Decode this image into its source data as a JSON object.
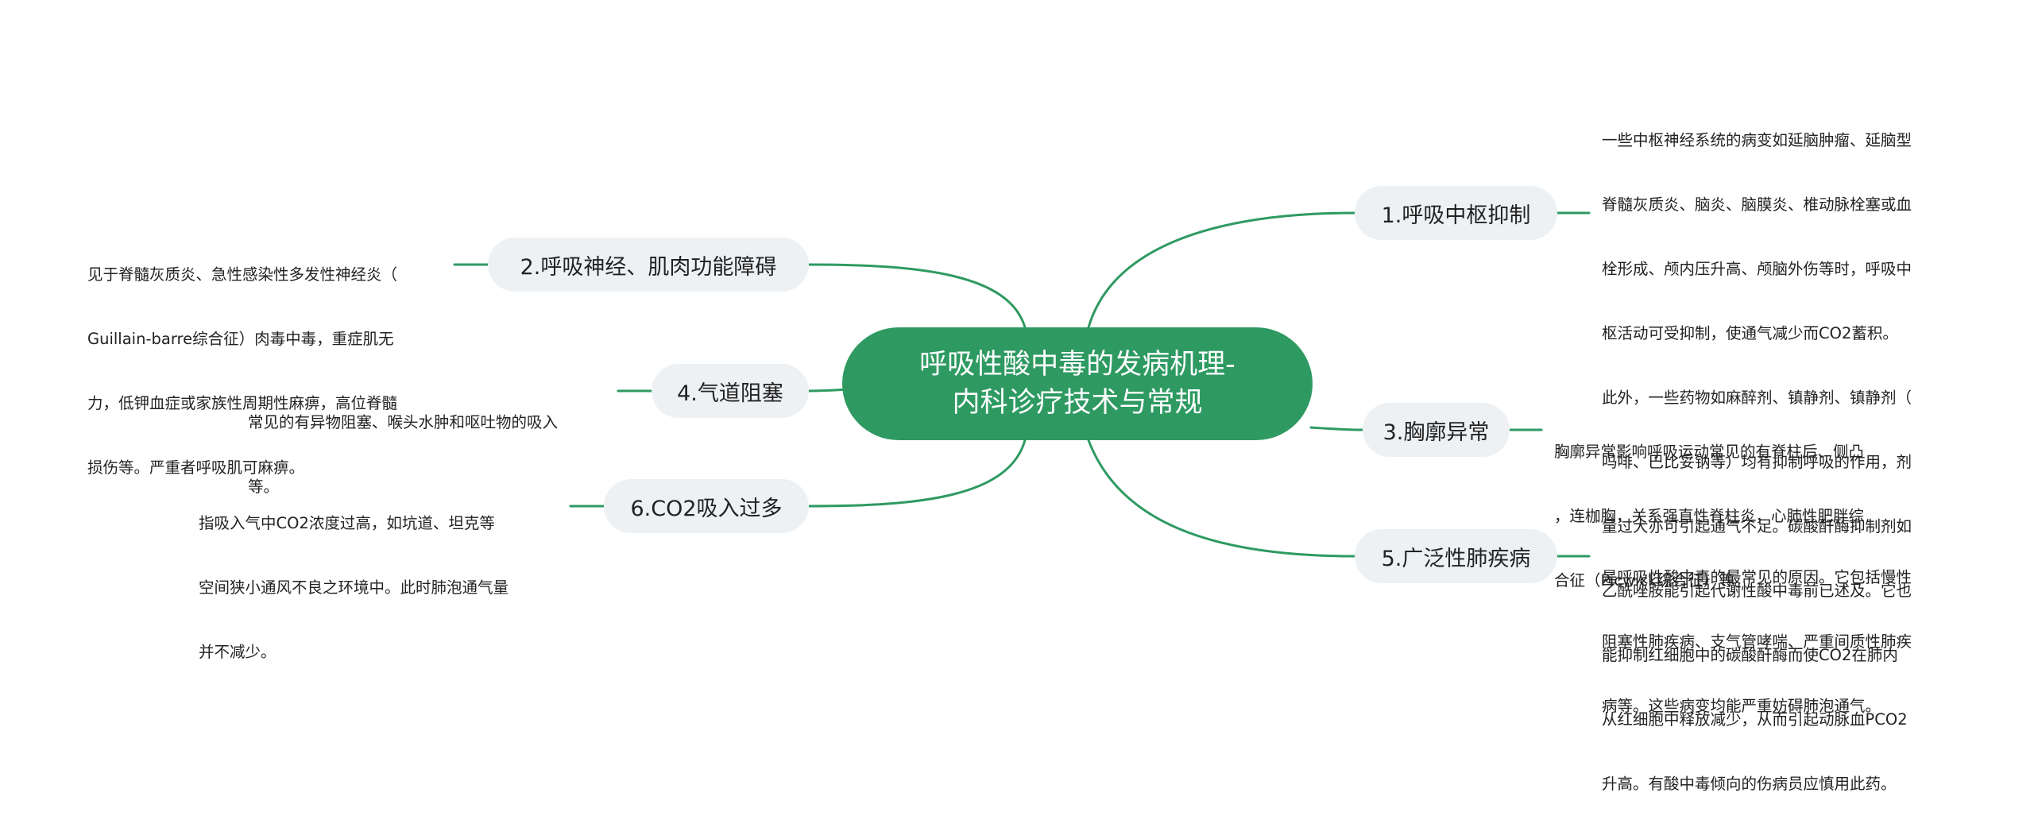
{
  "colors": {
    "accent": "#2e9a62",
    "branch_bg": "#eef1f4",
    "line": "#2e9a62"
  },
  "root": {
    "title_line1": "呼吸性酸中毒的发病机理-",
    "title_line2": "内科诊疗技术与常规"
  },
  "branches": [
    {
      "label": "1.呼吸中枢抑制",
      "detail_lines": [
        "一些中枢神经系统的病变如延脑肿瘤、延脑型",
        "脊髓灰质炎、脑炎、脑膜炎、椎动脉栓塞或血",
        "栓形成、颅内压升高、颅脑外伤等时，呼吸中",
        "枢活动可受抑制，使通气减少而CO2蓄积。",
        "此外，一些药物如麻醉剂、镇静剂、镇静剂（",
        "吗啡、巴比妥钠等）均有抑制呼吸的作用，剂",
        "量过大亦可引起通气不足。碳酸酐酶抑制剂如",
        "乙酰唑胺能引起代谢性酸中毒前已述及。它也",
        "能抑制红细胞中的碳酸酐酶而使CO2在肺内",
        "从红细胞中释放减少，从而引起动脉血PCO2",
        "升高。有酸中毒倾向的伤病员应慎用此药。"
      ]
    },
    {
      "label": "2.呼吸神经、肌肉功能障碍",
      "detail_lines": [
        "见于脊髓灰质炎、急性感染性多发性神经炎（",
        "Guillain-barre综合征）肉毒中毒，重症肌无",
        "力，低钾血症或家族性周期性麻痹，高位脊髓",
        "损伤等。严重者呼吸肌可麻痹。"
      ]
    },
    {
      "label": "3.胸廓异常",
      "detail_lines": [
        "胸廓异常影响呼吸运动常见的有脊柱后、侧凸",
        "，连枷胸，关系强直性脊柱炎，心肺性肥胖综",
        "合征（Picwick综合征）等。"
      ]
    },
    {
      "label": "4.气道阻塞",
      "detail_lines": [
        "常见的有异物阻塞、喉头水肿和呕吐物的吸入",
        "等。"
      ]
    },
    {
      "label": "5.广泛性肺疾病",
      "detail_lines": [
        "是呼吸性酸中毒的最常见的原因。它包括慢性",
        "阻塞性肺疾病、支气管哮喘、严重间质性肺疾",
        "病等。这些病变均能严重妨碍肺泡通气。"
      ]
    },
    {
      "label": "6.CO2吸入过多",
      "detail_lines": [
        "指吸入气中CO2浓度过高，如坑道、坦克等",
        "空间狭小通风不良之环境中。此时肺泡通气量",
        "并不减少。"
      ]
    }
  ]
}
